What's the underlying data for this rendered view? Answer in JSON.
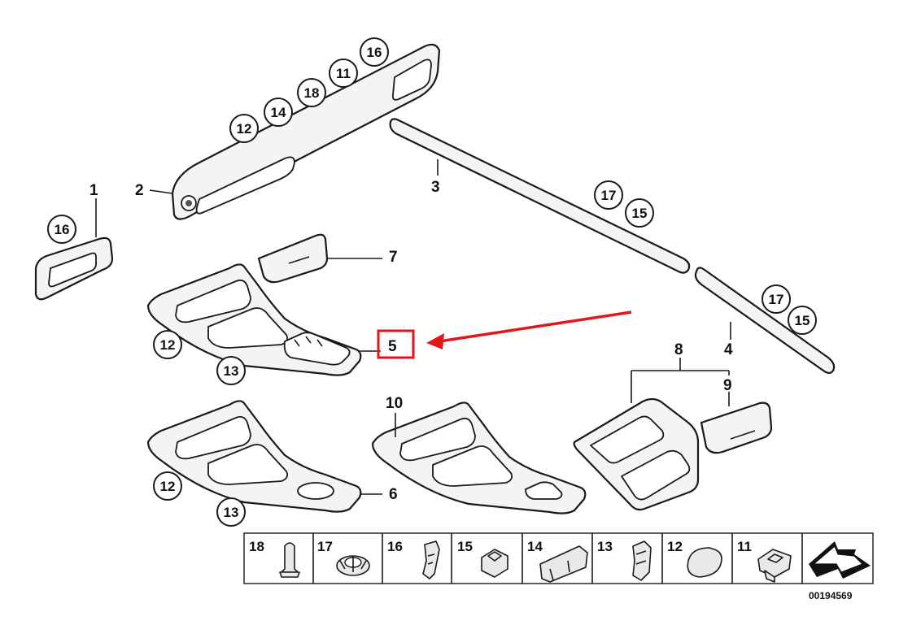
{
  "callouts": {
    "c1": "1",
    "c2": "2",
    "c3": "3",
    "c4": "4",
    "c5": "5",
    "c6": "6",
    "c7": "7",
    "c8": "8",
    "c9": "9",
    "c10": "10"
  },
  "badges": {
    "b16_top": "16",
    "b11_top": "11",
    "b18_top": "18",
    "b14_top": "14",
    "b12_top": "12",
    "b16_left": "16",
    "b17_mid": "17",
    "b15_mid": "15",
    "b17_right": "17",
    "b15_right": "15",
    "b12_mid": "12",
    "b13_mid": "13",
    "b12_low": "12",
    "b13_low": "13"
  },
  "legend": {
    "items": [
      "18",
      "17",
      "16",
      "15",
      "14",
      "13",
      "12",
      "11"
    ]
  },
  "catalog_number": "00194569",
  "colors": {
    "highlight": "#e4161b",
    "ink": "#1a1a1a"
  }
}
